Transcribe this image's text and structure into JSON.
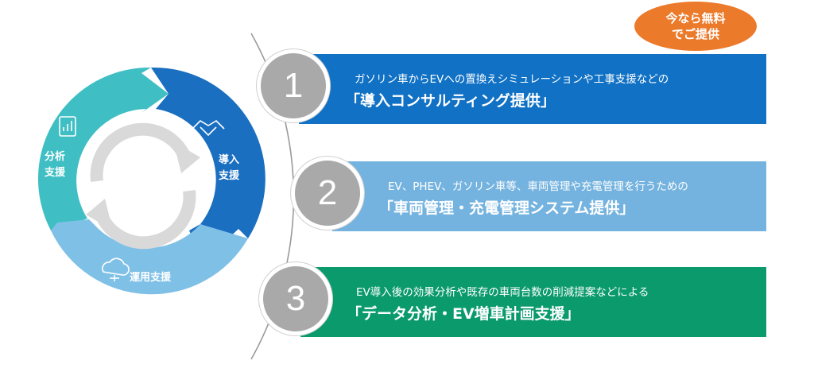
{
  "cycle": {
    "segments": [
      {
        "label_line1": "分析",
        "label_line2": "支援",
        "icon": "report-chart-icon",
        "color": "#3fbfc4"
      },
      {
        "label_line1": "導入",
        "label_line2": "支援",
        "icon": "handshake-icon",
        "color": "#1a6fc0"
      },
      {
        "label_line1": "運用支援",
        "icon": "cloud-monitor-icon",
        "color": "#7fc0e6"
      }
    ],
    "arrow_color": "#d9d9d9"
  },
  "badge": {
    "line1": "今なら無料",
    "line2": "でご提供",
    "color": "#ec7a2b"
  },
  "steps": [
    {
      "number": "1",
      "subtitle": "ガソリン車からEVへの置換えシミュレーションや工事支援などの",
      "title": "「導入コンサルティング提供」",
      "color": "#1071c5"
    },
    {
      "number": "2",
      "subtitle": "EV、PHEV、ガソリン車等、車両管理や充電管理を行うための",
      "title": "「車両管理・充電管理システム提供」",
      "color": "#74b3df"
    },
    {
      "number": "3",
      "subtitle": "EV導入後の効果分析や既存の車両台数の削減提案などによる",
      "title": "「データ分析・EV増車計画支援」",
      "color": "#0a9a6b"
    }
  ]
}
